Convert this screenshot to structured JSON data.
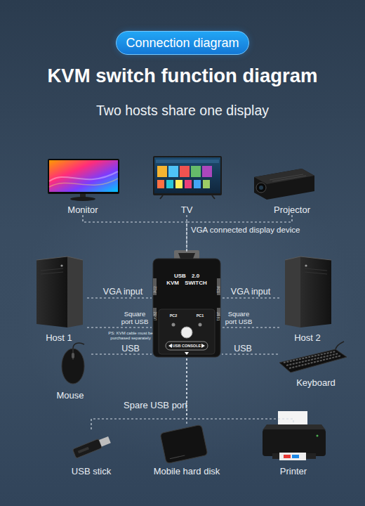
{
  "diagram": {
    "title": "KVM switch function diagram",
    "nodes": [
      {
        "text": [
          "Connection diagram"
        ]
      },
      {
        "text": [
          "Monitor"
        ]
      },
      {
        "text": [
          "TV"
        ]
      },
      {
        "text": [
          "Projector"
        ]
      },
      {
        "text": [
          "Host 1"
        ]
      },
      {
        "text": [
          "USB 2.0 KVM SWITCH",
          "PC2",
          "PC1",
          "USB CONSOLE",
          "PC2",
          "USB2",
          "PC1",
          "USB1"
        ]
      },
      {
        "text": [
          "Host 2"
        ]
      },
      {
        "text": [
          "Mouse"
        ]
      },
      {
        "text": [
          "Keyboard"
        ]
      },
      {
        "text": [
          "USB stick"
        ]
      },
      {
        "text": [
          "Mobile hard disk"
        ]
      },
      {
        "text": [
          "Printer"
        ]
      }
    ],
    "edges": [
      {
        "from": 1,
        "to": 5,
        "arrow": "none"
      },
      {
        "from": 2,
        "to": 5,
        "label": "VGA connected display device",
        "arrow": "none"
      },
      {
        "from": 3,
        "to": 5,
        "arrow": "none"
      },
      {
        "from": 4,
        "to": 5,
        "label": "VGA input",
        "arrow": "none"
      },
      {
        "from": 4,
        "to": 5,
        "label": "Square port USB",
        "arrow": "none"
      },
      {
        "from": 6,
        "to": 5,
        "label": "VGA input",
        "arrow": "none"
      },
      {
        "from": 6,
        "to": 5,
        "label": "Square port USB",
        "arrow": "none"
      },
      {
        "from": 7,
        "to": 5,
        "label": "USB",
        "arrow": "none"
      },
      {
        "from": 8,
        "to": 5,
        "label": "USB",
        "arrow": "none"
      },
      {
        "from": 5,
        "to": 9,
        "arrow": "none"
      },
      {
        "from": 5,
        "to": 10,
        "label": "Spare USB port",
        "arrow": "none"
      },
      {
        "from": 5,
        "to": 11,
        "arrow": "none"
      }
    ],
    "labels": [
      "Two hosts share one display",
      "PS: KVM cable must be purchased separately"
    ]
  }
}
